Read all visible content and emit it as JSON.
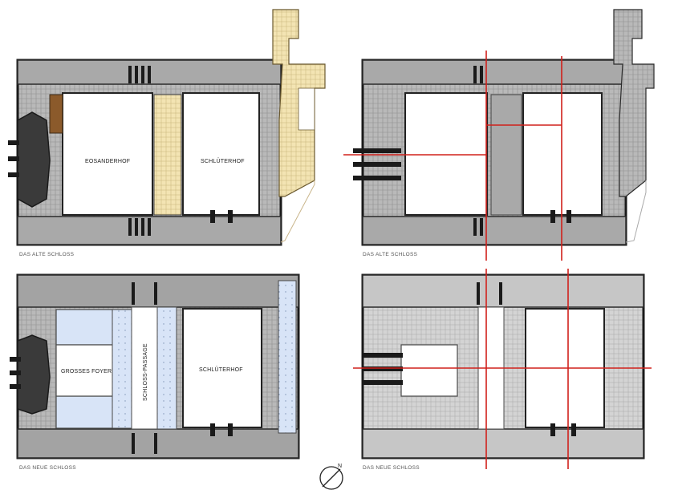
{
  "colors": {
    "wall_dark": "#3a3a3a",
    "wall_black": "#1a1a1a",
    "room_grey": "#b9b9b9",
    "room_light": "#d4d4d4",
    "yellow_fill": "#f3e4b3",
    "blue_fill": "#d8e4f7",
    "brown_fill": "#8b5a2b",
    "axis_red": "#d0201b",
    "courtyard": "#ffffff"
  },
  "plans": {
    "old_left": {
      "caption": "DAS ALTE SCHLOSS",
      "courtyard_west": "EOSANDERHOF",
      "courtyard_east": "SCHLÜTERHOF"
    },
    "old_right": {
      "caption": "DAS ALTE SCHLOSS"
    },
    "new_left": {
      "caption": "DAS NEUE SCHLOSS",
      "foyer": "GROSSES FOYER",
      "passage": "SCHLOSS-PASSAGE",
      "courtyard_east": "SCHLÜTERHOF"
    },
    "new_right": {
      "caption": "DAS NEUE SCHLOSS"
    }
  },
  "north_arrow": {
    "label": "N",
    "icon": "north-arrow-icon"
  }
}
